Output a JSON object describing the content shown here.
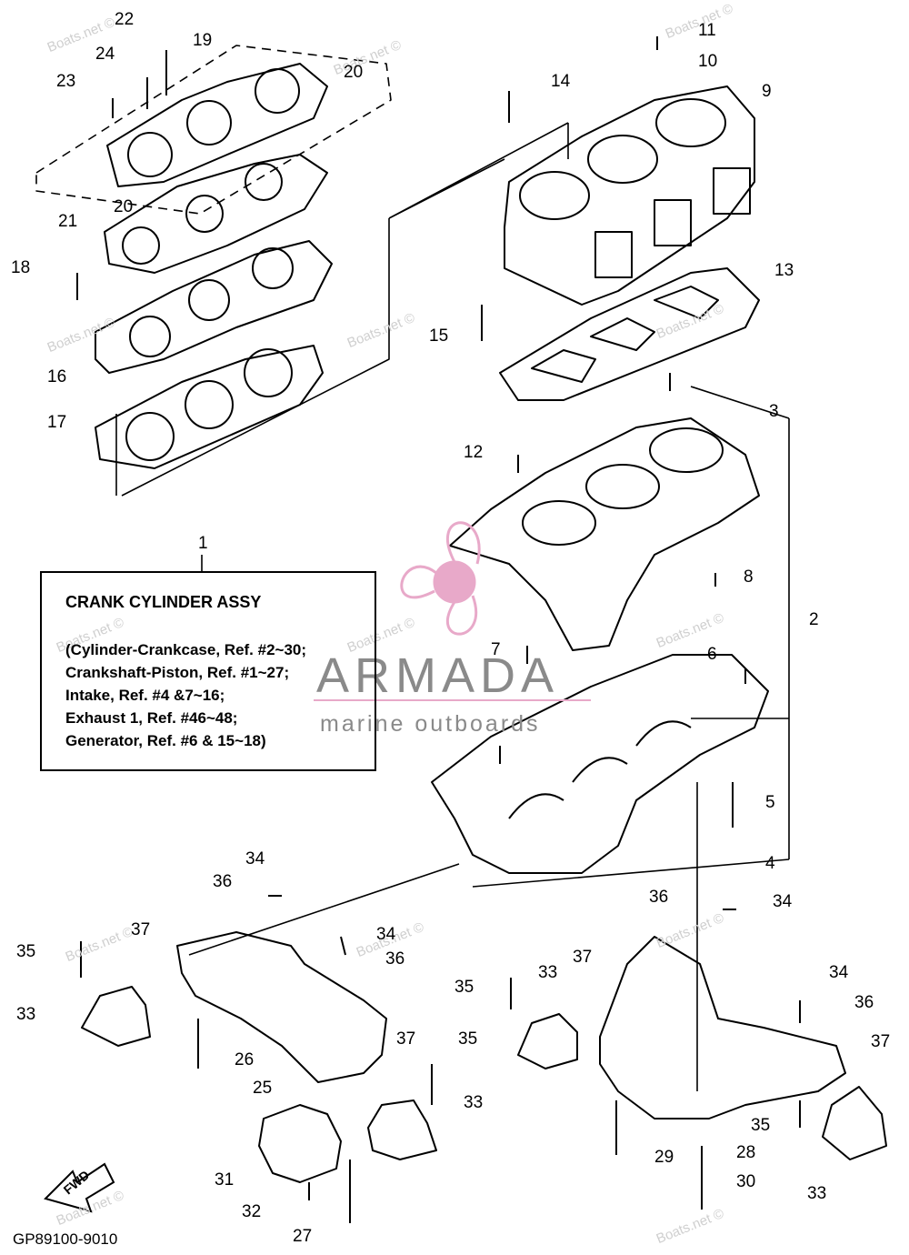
{
  "callouts": [
    "22",
    "19",
    "24",
    "20",
    "23",
    "20",
    "21",
    "18",
    "16",
    "17",
    "11",
    "10",
    "14",
    "9",
    "13",
    "15",
    "3",
    "12",
    "8",
    "2",
    "7",
    "6",
    "5",
    "4",
    "1",
    "34",
    "36",
    "34",
    "36",
    "37",
    "35",
    "33",
    "26",
    "25",
    "37",
    "35",
    "33",
    "31",
    "32",
    "27",
    "36",
    "34",
    "33",
    "37",
    "35",
    "34",
    "36",
    "37",
    "33",
    "35",
    "29",
    "28",
    "30",
    "33"
  ],
  "note": {
    "title": "CRANK CYLINDER ASSY",
    "lines": [
      "(Cylinder-Crankcase, Ref. #2~30;",
      "Crankshaft-Piston, Ref. #1~27;",
      "Intake, Ref. #4 &7~16;",
      "Exhaust 1, Ref. #46~48;",
      "Generator, Ref. #6 & 15~18)"
    ]
  },
  "fwd_label": "FWD",
  "diagram_code": "GP89100-9010",
  "watermarks": [
    "Boats.net ©",
    "Boats.net ©",
    "Boats.net ©",
    "Boats.net ©",
    "Boats.net ©",
    "Boats.net ©",
    "Boats.net ©",
    "Boats.net ©",
    "Boats.net ©",
    "Boats.net ©",
    "Boats.net ©",
    "Boats.net ©",
    "Boats.net ©",
    "Boats.net ©"
  ],
  "brand": {
    "name": "ARMADA",
    "tagline": "marine outboards",
    "logo_color": "#e8a9c9"
  },
  "icons": [
    "propeller-logo-icon",
    "fwd-arrow-icon"
  ]
}
